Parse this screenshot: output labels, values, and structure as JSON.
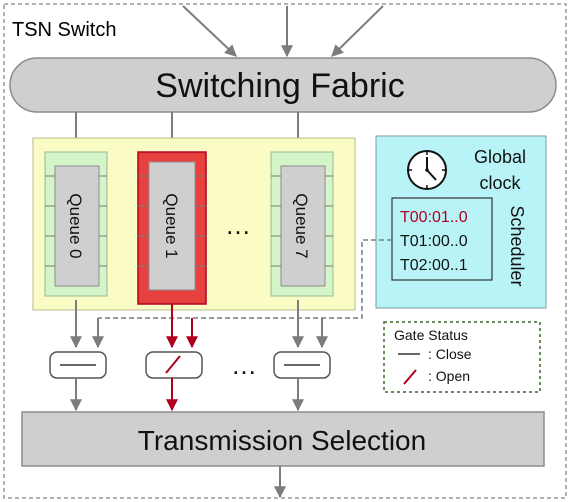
{
  "title": "TSN Switch",
  "switching_fabric": "Switching Fabric",
  "transmission_selection": "Transmission Selection",
  "queues": [
    {
      "label": "Queue 0",
      "state": "closed"
    },
    {
      "label": "Queue 1",
      "state": "open"
    },
    {
      "label": "Queue 7",
      "state": "closed"
    }
  ],
  "ellipsis": "…",
  "ellipsis_gates": "…",
  "clock": {
    "line1": "Global",
    "line2": "clock"
  },
  "scheduler": {
    "label": "Scheduler",
    "entries": [
      "T00:01..0",
      "T01:00..0",
      "T02:00..1"
    ]
  },
  "legend": {
    "title": "Gate Status",
    "close_label": ": Close",
    "open_label": ": Open"
  },
  "colors": {
    "open": "#b0001e",
    "queue_closed_bg": "#d3f5c7",
    "queue_open_bg": "#e8403f",
    "queue_area_bg": "#fbfbc6",
    "scheduler_bg": "#b8f4f7",
    "gray_box": "#cfcfcf",
    "arrow": "#7c7c7c"
  }
}
